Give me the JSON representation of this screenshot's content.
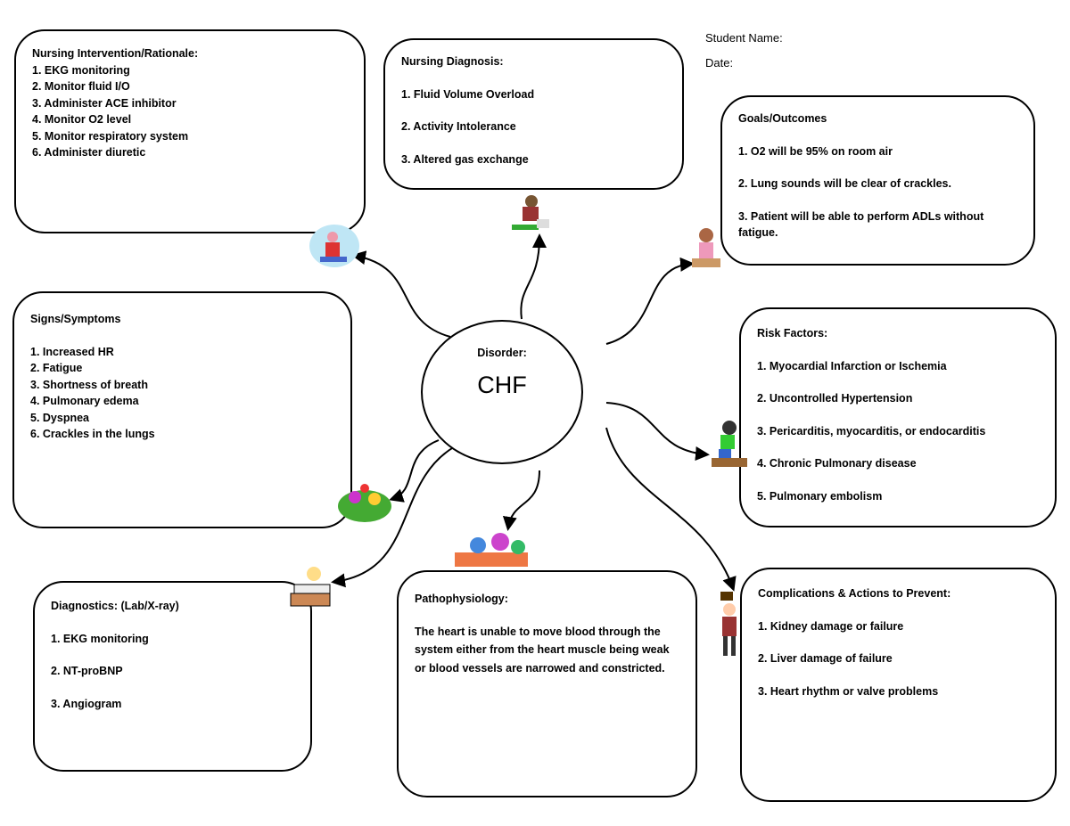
{
  "header": {
    "student_name_label": "Student Name:",
    "date_label": "Date:"
  },
  "disorder": {
    "label": "Disorder:",
    "name": "CHF"
  },
  "nursing_intervention": {
    "title": "Nursing Intervention/Rationale:",
    "items": [
      "1. EKG monitoring",
      "2. Monitor fluid I/O",
      "3. Administer ACE inhibitor",
      "4. Monitor O2 level",
      "5. Monitor respiratory system",
      "6. Administer diuretic"
    ]
  },
  "nursing_diagnosis": {
    "title": "Nursing Diagnosis:",
    "items": [
      "1. Fluid Volume Overload",
      "2. Activity Intolerance",
      "3. Altered gas exchange"
    ]
  },
  "goals": {
    "title": "Goals/Outcomes",
    "items": [
      "1. O2 will be 95% on room air",
      "2. Lung sounds will be clear of crackles.",
      "3. Patient will be able to perform ADLs without fatigue."
    ]
  },
  "signs": {
    "title": "Signs/Symptoms",
    "items": [
      "1. Increased HR",
      "2. Fatigue",
      "3. Shortness of breath",
      "4. Pulmonary edema",
      "5. Dyspnea",
      "6. Crackles in the lungs"
    ]
  },
  "risk": {
    "title": "Risk Factors:",
    "items": [
      "1. Myocardial Infarction or Ischemia",
      "2. Uncontrolled Hypertension",
      "3. Pericarditis, myocarditis, or endocarditis",
      "4. Chronic Pulmonary disease",
      "5. Pulmonary embolism"
    ]
  },
  "diagnostics": {
    "title": "Diagnostics: (Lab/X-ray)",
    "items": [
      "1. EKG monitoring",
      "2. NT-proBNP",
      "3. Angiogram"
    ]
  },
  "patho": {
    "title": "Pathophysiology:",
    "text": "The heart is unable to move blood through the system either from the heart muscle being weak or blood vessels are narrowed and constricted."
  },
  "complications": {
    "title": "Complications & Actions to Prevent:",
    "items": [
      "1. Kidney damage or failure",
      "2. Liver damage of failure",
      "3. Heart rhythm or valve problems"
    ]
  }
}
